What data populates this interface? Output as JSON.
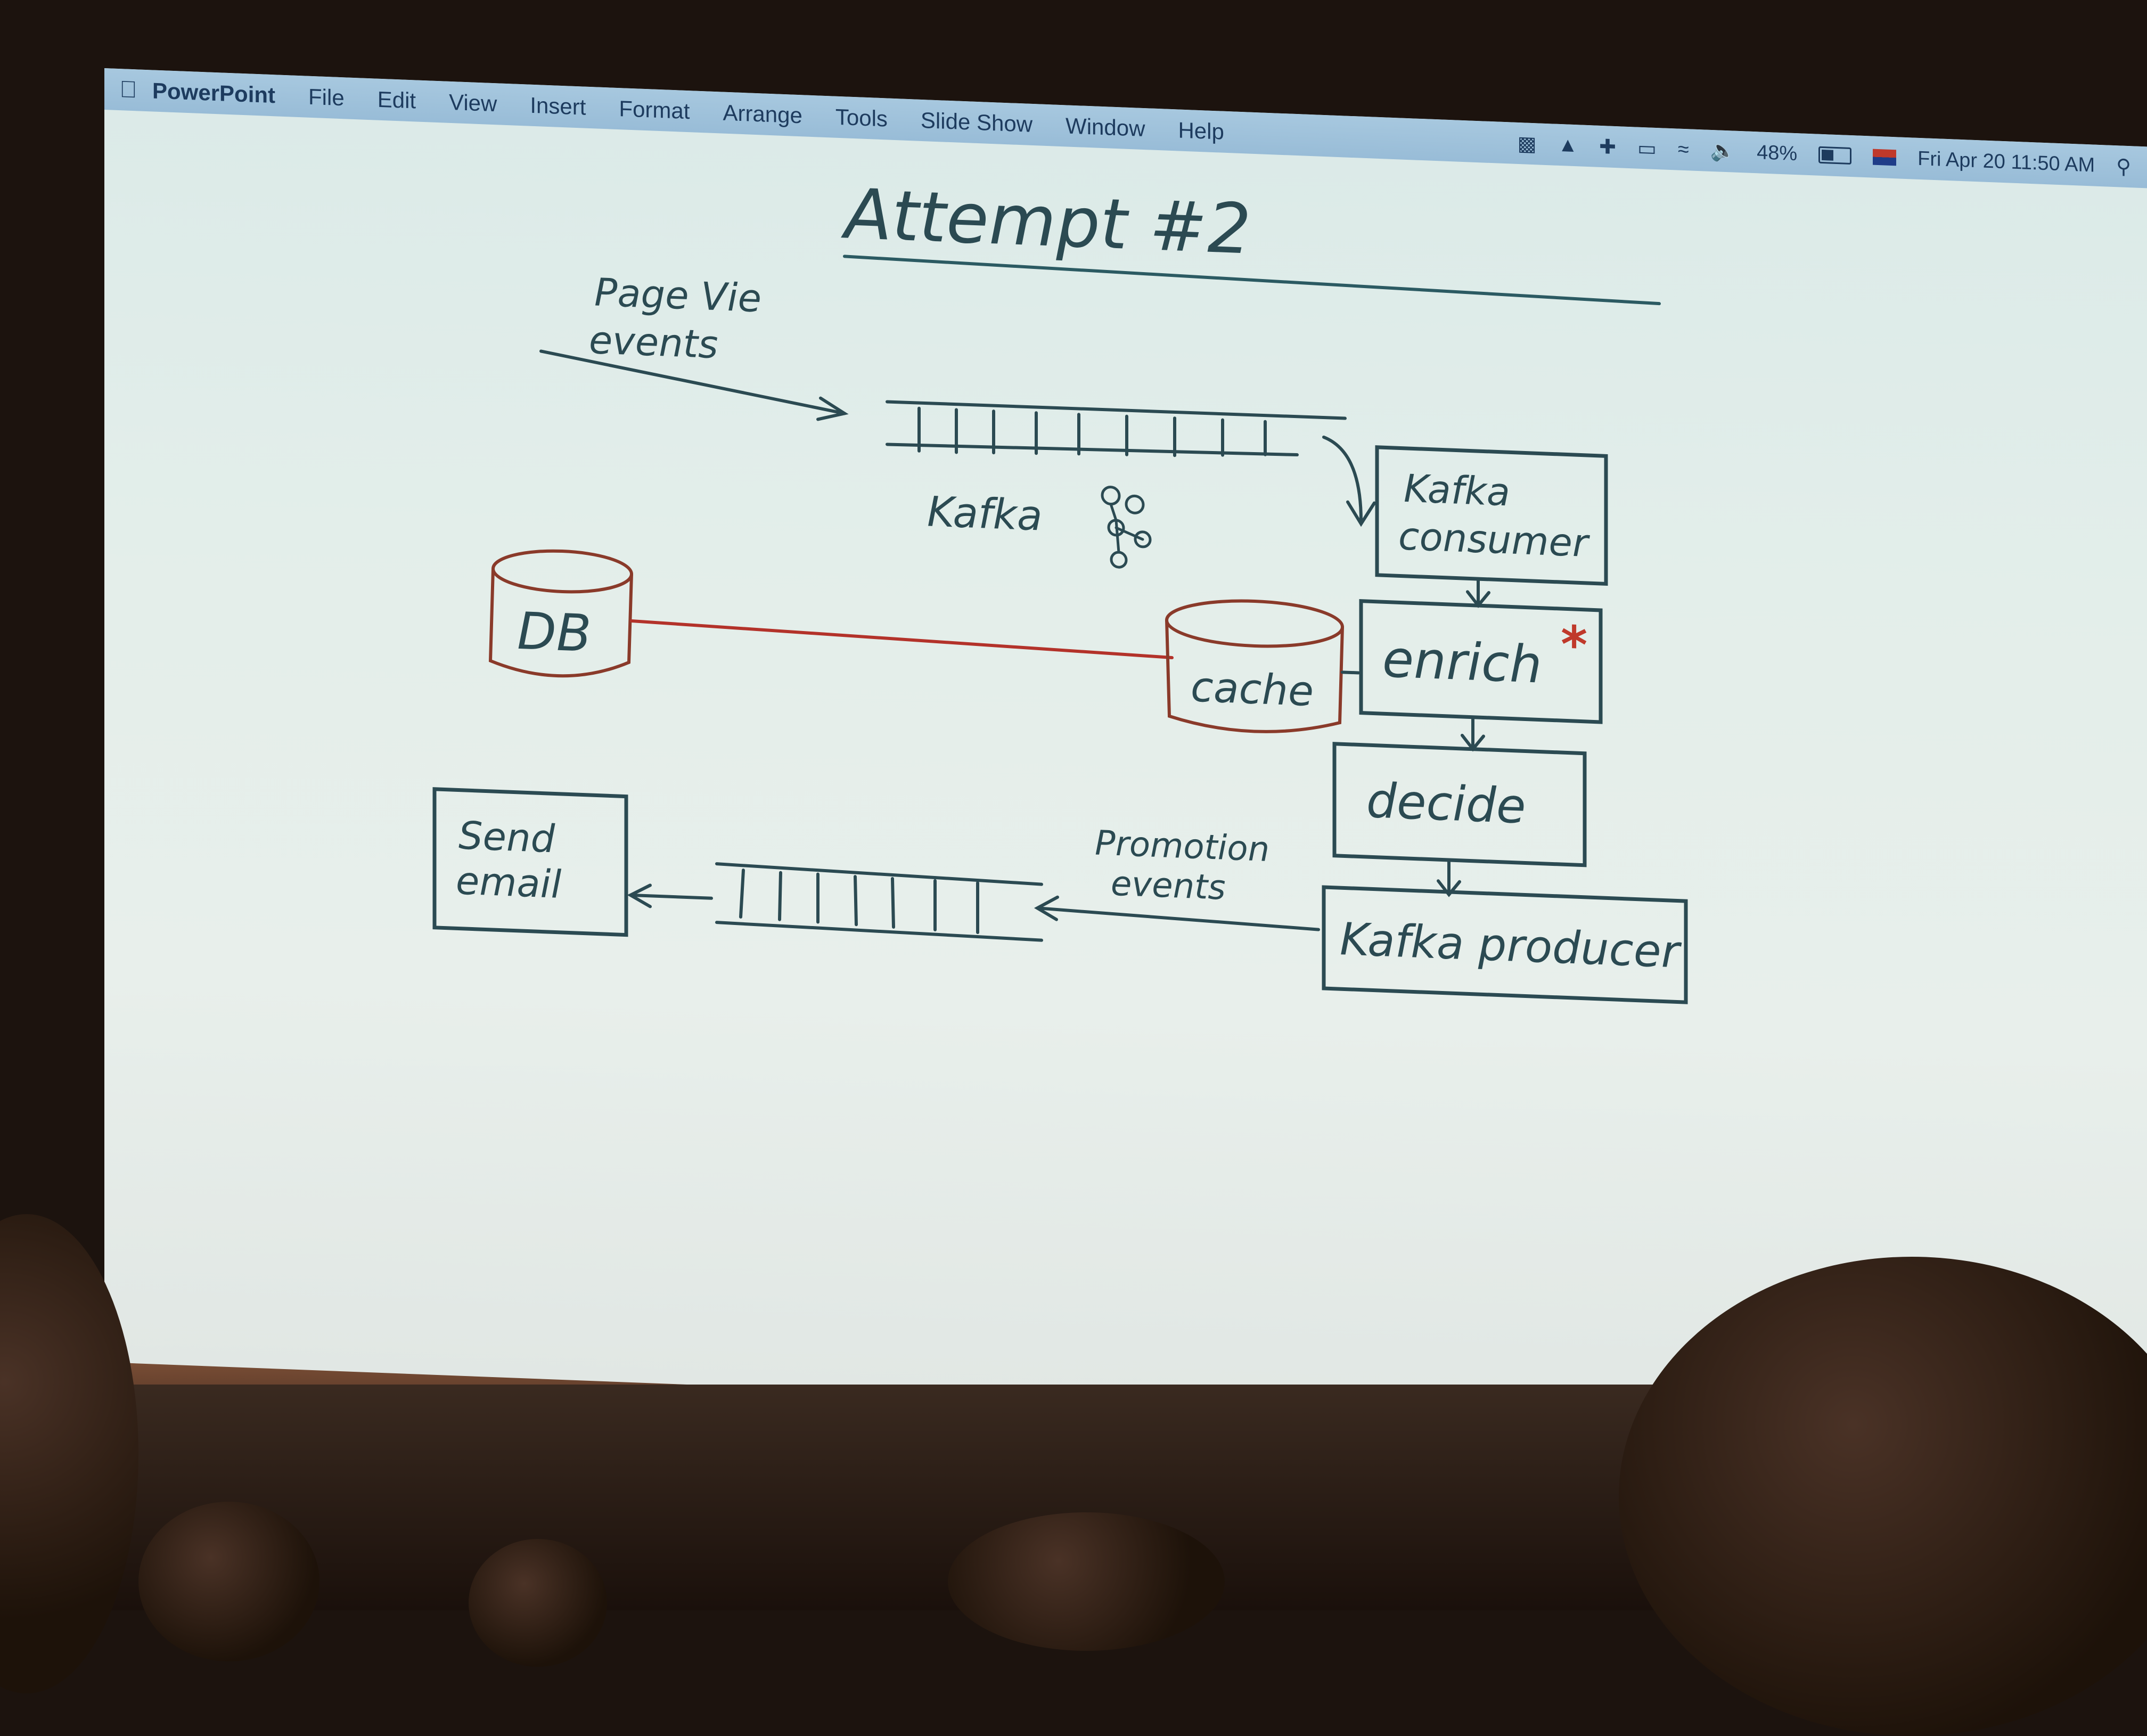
{
  "menubar": {
    "apple_icon": "apple-logo-icon",
    "app_name": "PowerPoint",
    "menus": [
      "File",
      "Edit",
      "View",
      "Insert",
      "Format",
      "Arrange",
      "Tools",
      "Slide Show",
      "Window",
      "Help"
    ],
    "battery_percent": "48%",
    "datetime": "Fri Apr 20  11:50 AM"
  },
  "slide": {
    "title": "Attempt #2",
    "input_label_line1": "Page Vie",
    "input_label_line2": "events",
    "kafka_label": "Kafka",
    "db_label": "DB",
    "cache_label": "cache",
    "consumer_line1": "Kafka",
    "consumer_line2": "consumer",
    "enrich_label": "enrich",
    "decide_label": "decide",
    "producer_label": "Kafka producer",
    "promotion_line1": "Promotion",
    "promotion_line2": "events",
    "email_line1": "Send",
    "email_line2": "email",
    "accent_color": "#c0392b",
    "ink_color": "#2b4a52"
  }
}
